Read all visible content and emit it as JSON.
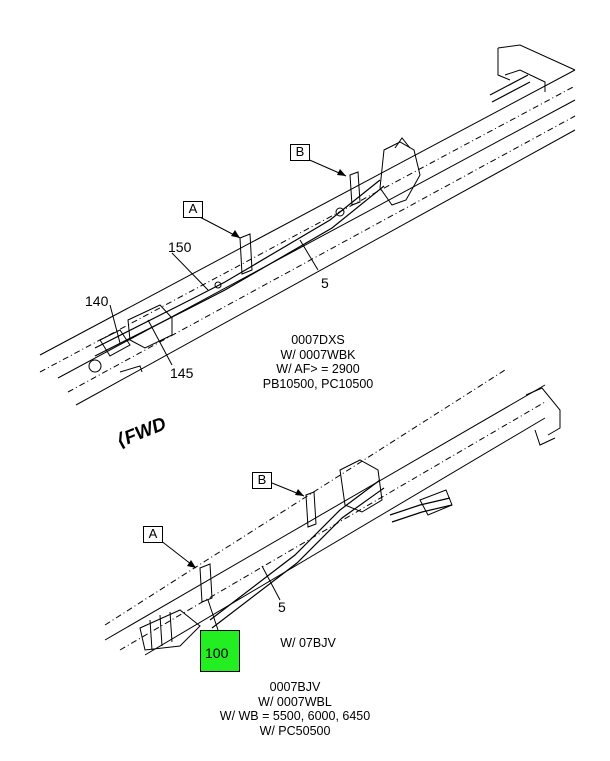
{
  "upper_view": {
    "callouts": {
      "a": "A",
      "b": "B",
      "n150": "150",
      "n140": "140",
      "n145": "145",
      "n5": "5"
    },
    "note_lines": [
      "0007DXS",
      "W/ 0007WBK",
      "W/ AF> = 2900",
      "PB10500, PC10500"
    ]
  },
  "direction_label": "FWD",
  "lower_view": {
    "callouts": {
      "a": "A",
      "b": "B",
      "n5": "5",
      "n100": "100"
    },
    "side_note": "W/ 07BJV",
    "note_lines": [
      "0007BJV",
      "W/ 0007WBL",
      "W/ WB = 5500, 6000, 6450",
      "W/ PC50500"
    ]
  },
  "colors": {
    "highlight": "#22ee22"
  },
  "icons": [
    "fwd-arrow-icon"
  ]
}
